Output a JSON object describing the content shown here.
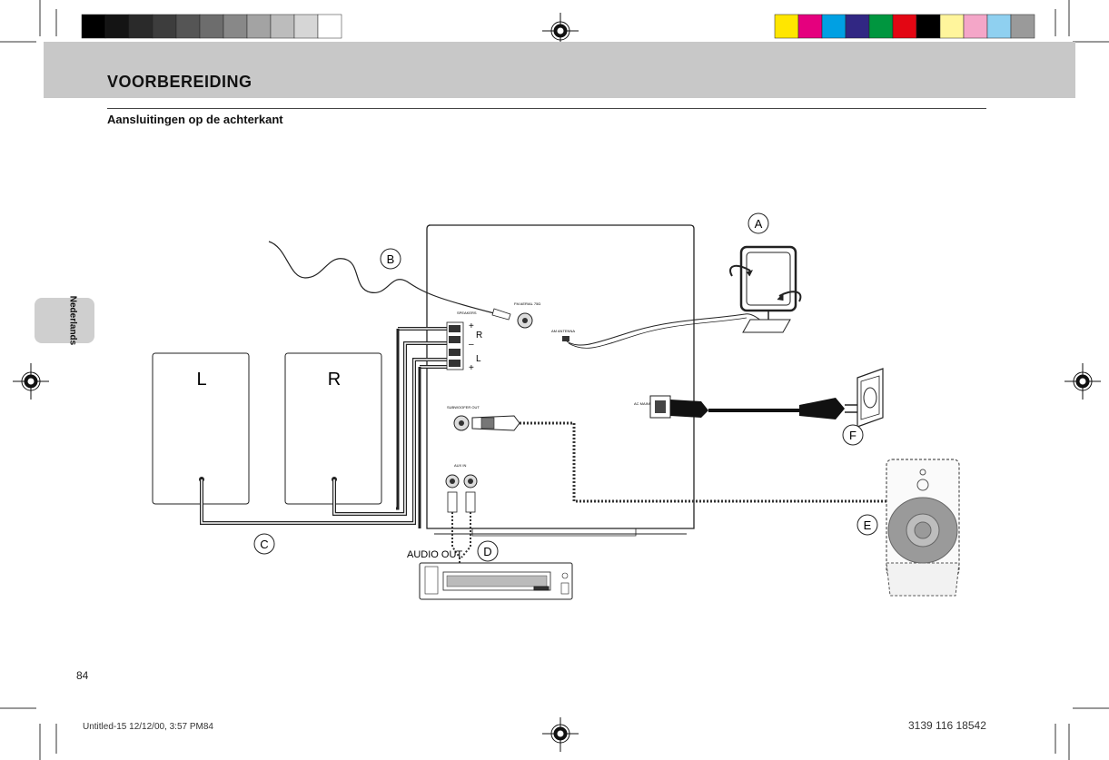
{
  "header": {
    "title": "VOORBEREIDING"
  },
  "section": {
    "subtitle": "Aansluitingen op de achterkant"
  },
  "side_tab": {
    "label": "Nederlands"
  },
  "diagram": {
    "speaker_left": "L",
    "speaker_right": "R",
    "callouts": [
      "A",
      "B",
      "C",
      "D",
      "E",
      "F"
    ],
    "terminal_marks": {
      "plus_top": "+",
      "r": "R",
      "minus": "–",
      "l": "L",
      "plus_bottom": "+"
    },
    "audio_out_label": "AUDIO OUT",
    "panel_labels": {
      "fm_antenna": "FM AERIAL 75Ω",
      "am_antenna": "AM ANTENNA",
      "speakers": "SPEAKERS",
      "subwoofer_out": "SUBWOOFER OUT",
      "aux_in": "AUX IN",
      "ac_mains": "AC MAINS"
    }
  },
  "footer": {
    "page_number": "84",
    "file_info": "Untitled-15 12/12/00, 3:57 PM84",
    "code": "3139 116 18542"
  },
  "colors": {
    "header_band": "#c8c8c8",
    "color_bar": [
      "#ffe600",
      "#e5007e",
      "#00a0e3",
      "#312783",
      "#00963f",
      "#e30613",
      "#000000",
      "#fff59c",
      "#f4a6c8",
      "#8fd0f0",
      "#9a9a9a"
    ],
    "gray_bar": [
      "#000000",
      "#141414",
      "#2a2a2a",
      "#3d3d3d",
      "#555555",
      "#6d6d6d",
      "#888888",
      "#a3a3a3",
      "#bcbcbc",
      "#d6d6d6",
      "#ffffff"
    ]
  }
}
